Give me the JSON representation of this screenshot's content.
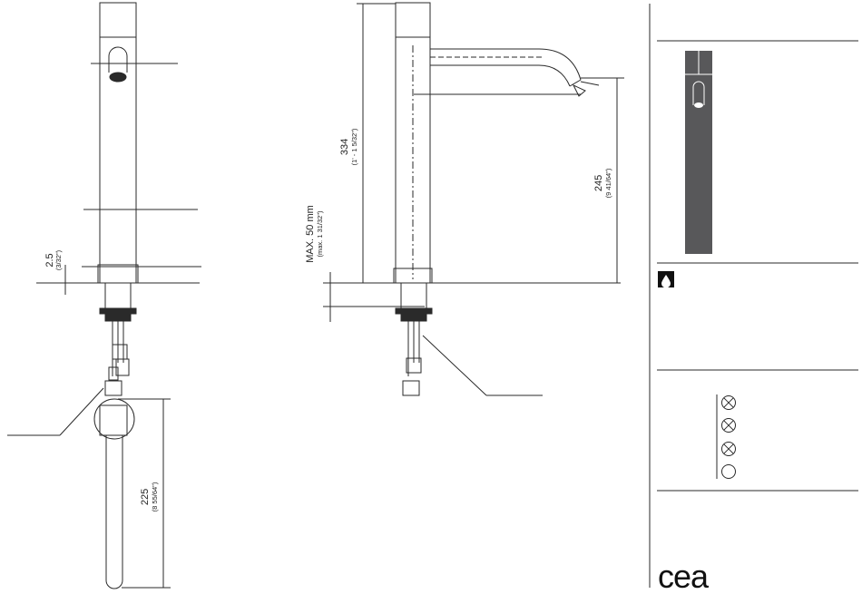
{
  "drawing": {
    "dim_depth_mm": "2.5",
    "dim_depth_in": "(3/32\")",
    "dim_base_mm": "225",
    "dim_base_in": "(8 55/64\")",
    "dim_height_mm": "334",
    "dim_height_in": "(1' - 1 5/32\")",
    "dim_spout_mm": "245",
    "dim_spout_in": "(9 41/64\")",
    "dim_max_mm": "MAX. 50 mm",
    "dim_max_in": "(max. 1 31/32\")"
  },
  "sidebar": {
    "water_icon": "water-drop-icon",
    "symbols": [
      "crossed-circle",
      "crossed-circle",
      "crossed-circle",
      "circle"
    ],
    "brand": "cea"
  },
  "colors": {
    "line": "#2a2a2a",
    "product_fill": "#58585a",
    "accent": "#111111"
  }
}
